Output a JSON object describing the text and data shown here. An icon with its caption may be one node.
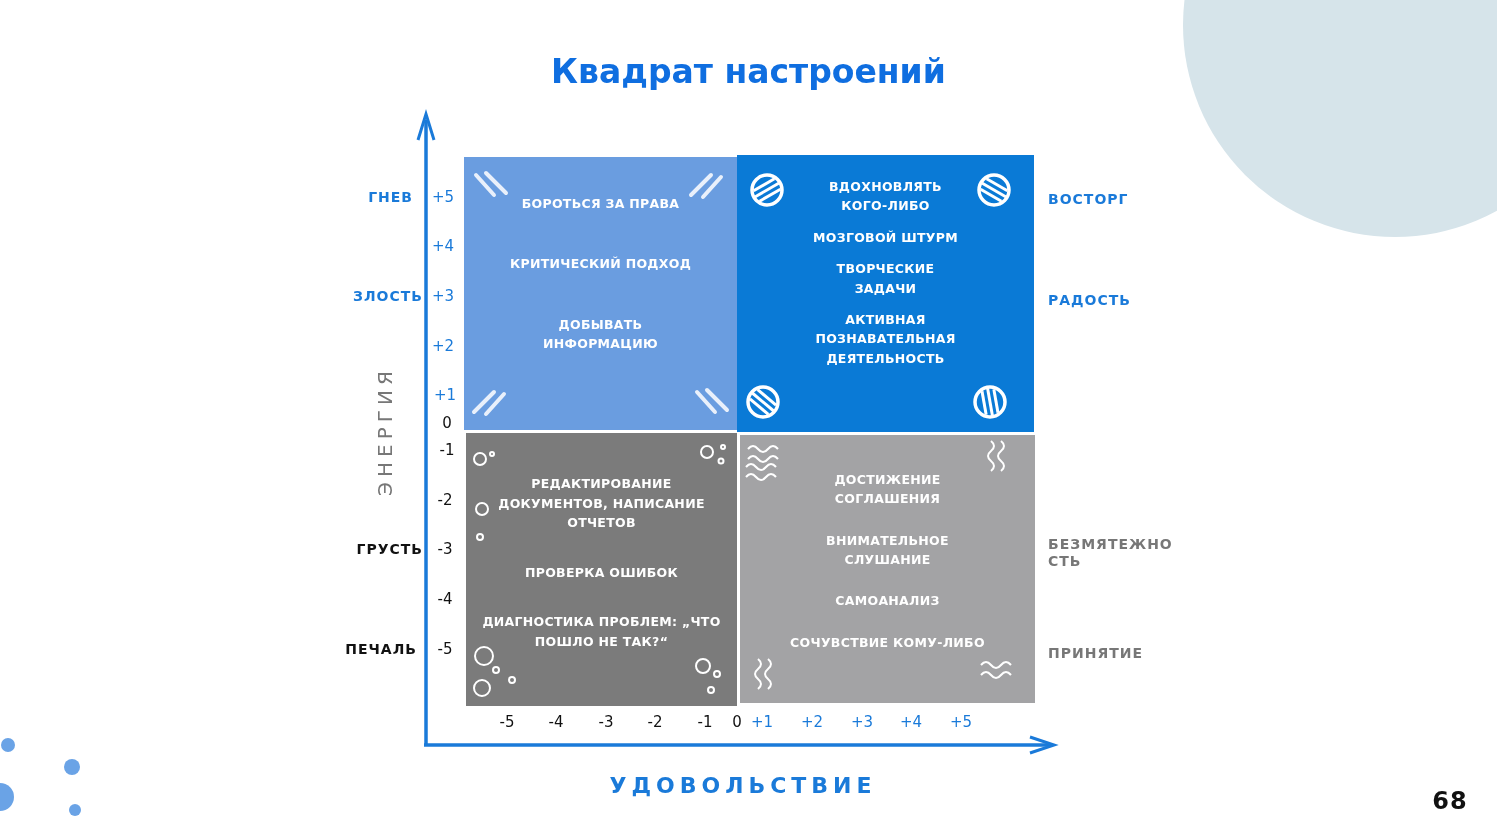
{
  "diagram": {
    "title": "Квадрат настроений",
    "nodes": [
      {
        "text": [
          "БОРОТЬСЯ ЗА ПРАВА",
          "КРИТИЧЕСКИЙ ПОДХОД",
          "ДОБЫВАТЬ ИНФОРМАЦИЮ"
        ]
      },
      {
        "text": [
          "ВДОХНОВЛЯТЬ КОГО-ЛИБО",
          "МОЗГОВОЙ ШТУРМ",
          "ТВОРЧЕСКИЕ ЗАДАЧИ",
          "АКТИВНАЯ ПОЗНАВАТЕЛЬНАЯ ДЕЯТЕЛЬНОСТЬ"
        ]
      },
      {
        "text": [
          "РЕДАКТИРОВАНИЕ ДОКУМЕНТОВ, НАПИСАНИЕ ОТЧЕТОВ",
          "ПРОВЕРКА ОШИБОК",
          "ДИАГНОСТИКА ПРОБЛЕМ: „ЧТО ПОШЛО НЕ ТАК?“"
        ]
      },
      {
        "text": [
          "ДОСТИЖЕНИЕ СОГЛАШЕНИЯ",
          "ВНИМАТЕЛЬНОЕ СЛУШАНИЕ",
          "САМОАНАЛИЗ",
          "СОЧУВСТВИЕ КОМУ-ЛИБО"
        ]
      }
    ],
    "labels": [
      "ГНЕВ",
      "+5",
      "ВОСТОРГ",
      "+4",
      "ЗЛОСТЬ",
      "+3",
      "РАДОСТЬ",
      "+2",
      "ЭНЕРГИЯ",
      "+1",
      "0",
      "-1",
      "-2",
      "ГРУСТЬ",
      "-3",
      "БЕЗМЯТЕЖНОСТЬ",
      "-4",
      "ПЕЧАЛЬ",
      "-5",
      "ПРИНЯТИЕ",
      "-5",
      "-4",
      "-3",
      "-2",
      "-1",
      "0",
      "+1",
      "+2",
      "+3",
      "+4",
      "+5",
      "УДОВОЛЬСТВИЕ",
      "68"
    ]
  }
}
